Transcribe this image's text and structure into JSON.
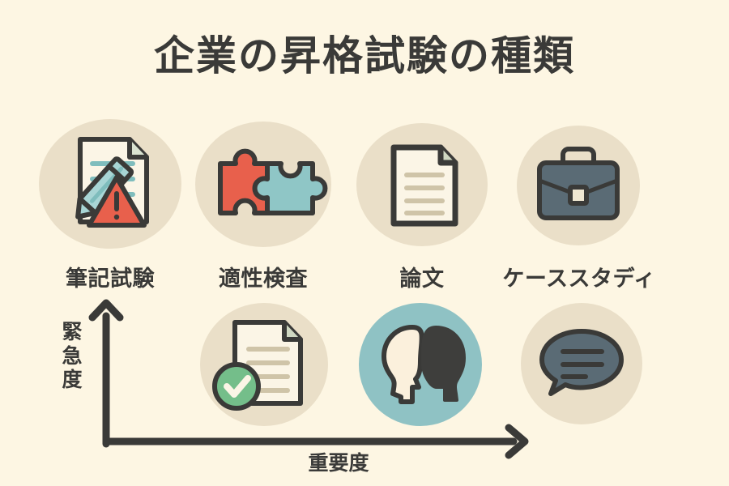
{
  "page": {
    "title": "企業の昇格試験の種類",
    "background_color": "#FDF6E3",
    "text_color": "#3A3A38"
  },
  "colors": {
    "background": "#FDF6E3",
    "circle_beige": "#EADFC8",
    "circle_teal": "#8FC2C4",
    "outline": "#3A3A38",
    "paper": "#FBF5E6",
    "teal": "#7FBDBD",
    "red_orange": "#E8604C",
    "slate": "#5A6B75",
    "green": "#74BE8A",
    "line_beige": "#CFC4A8"
  },
  "nodes": {
    "row1": [
      {
        "id": "written-exam",
        "label": "筆記試験",
        "icon": "document-pencil-warning-icon",
        "circle_color": "#EADFC8"
      },
      {
        "id": "aptitude-test",
        "label": "適性検査",
        "icon": "puzzle-pieces-icon",
        "circle_color": "#EADFC8"
      },
      {
        "id": "essay",
        "label": "論文",
        "icon": "document-icon",
        "circle_color": "#EADFC8"
      },
      {
        "id": "case-study",
        "label": "ケーススタディ",
        "icon": "briefcase-icon",
        "circle_color": "#EADFC8"
      }
    ],
    "row2": [
      {
        "id": "document-check",
        "label": "",
        "icon": "document-check-icon",
        "circle_color": "#EADFC8"
      },
      {
        "id": "interview",
        "label": "",
        "icon": "two-heads-profile-icon",
        "circle_color": "#8FC2C4"
      },
      {
        "id": "discussion",
        "label": "",
        "icon": "speech-bubble-icon",
        "circle_color": "#EADFC8"
      }
    ]
  },
  "axes": {
    "y_label": "緊急度",
    "x_label": "重要度"
  }
}
